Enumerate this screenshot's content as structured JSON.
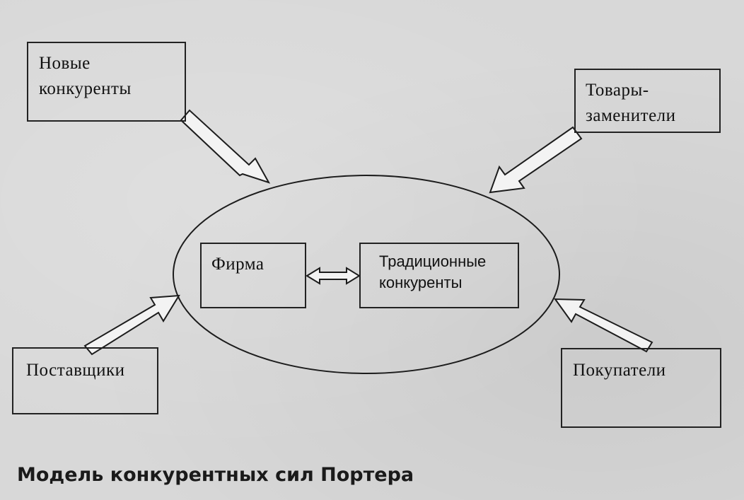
{
  "diagram": {
    "nodes": {
      "new_competitors": "Новые\nконкуренты",
      "substitutes": "Товары-\nзаменители",
      "firm": "Фирма",
      "traditional_competitors": "Традиционные\nконкуренты",
      "suppliers": "Поставщики",
      "buyers": "Покупатели"
    },
    "caption": "Модель конкурентных сил Портера"
  }
}
